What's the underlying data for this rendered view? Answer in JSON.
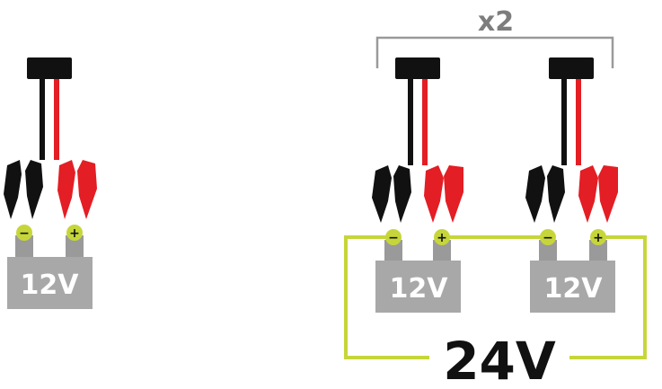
{
  "diagram": {
    "single": {
      "battery": {
        "label": "12V"
      },
      "terminals": {
        "negative": "−",
        "positive": "+"
      }
    },
    "series": {
      "multiplier": "x2",
      "batteries": [
        {
          "label": "12V",
          "negative": "−",
          "positive": "+"
        },
        {
          "label": "12V",
          "negative": "−",
          "positive": "+"
        }
      ],
      "total_voltage": "24V"
    },
    "colors": {
      "black_cable": "#111111",
      "red_cable": "#e31e24",
      "battery": "#a8a8a8",
      "terminal": "#9a9a9a",
      "terminal_ring": "#c6d63a",
      "series_wire": "#c6d63a",
      "bracket": "#9a9a9a",
      "text_dark": "#111111",
      "text_light": "#ffffff",
      "text_grey": "#7d7d7d"
    },
    "icons": [
      "cable-plug-icon",
      "black-clamp-icon",
      "red-clamp-icon",
      "battery-icon"
    ]
  }
}
